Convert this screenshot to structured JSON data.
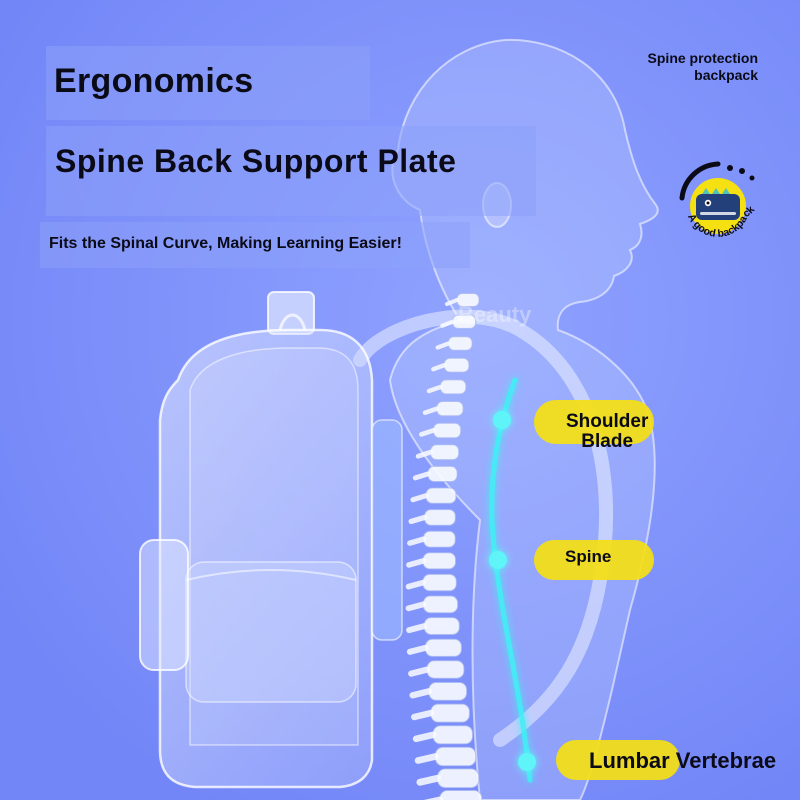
{
  "header": {
    "title": "Ergonomics",
    "subtitle": "Spine Back Support Plate",
    "tagline": "Fits the Spinal Curve, Making Learning Easier!"
  },
  "corner_label": {
    "line1": "Spine protection",
    "line2": "backpack"
  },
  "badge": {
    "text": "A good backpack",
    "icon": "dinosaur-mascot-icon"
  },
  "watermark": "Beauty",
  "callouts": {
    "shoulder_line1": "Shoulder",
    "shoulder_line2": "Blade",
    "spine": "Spine",
    "lumbar": "Lumbar Vertebrae"
  },
  "colors": {
    "background": "#7b8ff9",
    "accent_yellow": "#f5e012",
    "spine_glow": "#3ff0f5",
    "text": "#0b0b18"
  }
}
